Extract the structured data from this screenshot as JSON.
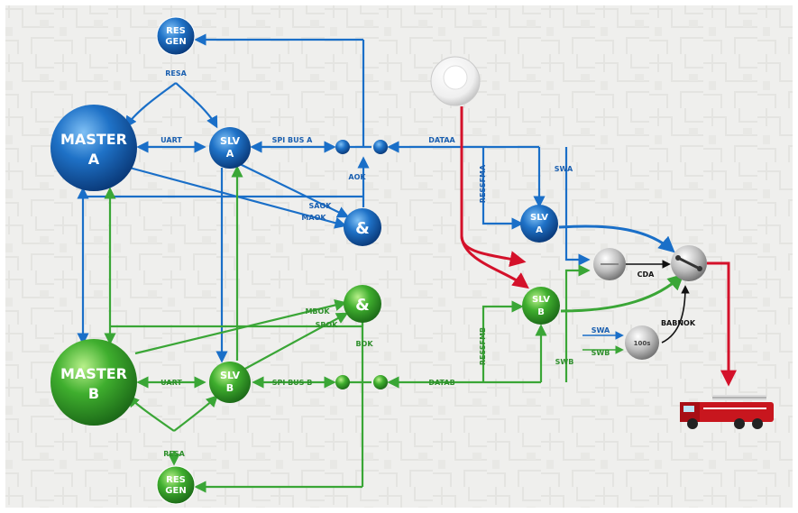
{
  "colors": {
    "blue": "#1a6fc8",
    "green": "#3aa636",
    "red": "#d4112a",
    "black": "#111111",
    "background": "#e6e6e2",
    "labelBlue": "#1a5fb0",
    "labelGreen": "#2f8f2c"
  },
  "nodes": {
    "resgen_a": {
      "line1": "RES",
      "line2": "GEN"
    },
    "master_a": {
      "line1": "MASTER",
      "line2": "A"
    },
    "slv_a": {
      "line1": "SLV",
      "line2": "A"
    },
    "and_a": {
      "text": "&"
    },
    "slv_a_out": {
      "line1": "SLV",
      "line2": "A"
    },
    "master_b": {
      "line1": "MASTER",
      "line2": "B"
    },
    "slv_b": {
      "line1": "SLV",
      "line2": "B"
    },
    "and_b": {
      "text": "&"
    },
    "slv_b_out": {
      "line1": "SLV",
      "line2": "B"
    },
    "resgen_b": {
      "line1": "RES",
      "line2": "GEN"
    },
    "timer": {
      "text": "100s"
    }
  },
  "labels": {
    "resa_top": "RESA",
    "uart_a": "UART",
    "spi_bus_a": "SPI BUS A",
    "dataa": "DATAA",
    "aok": "AOK",
    "saok": "SAOK",
    "maok": "MAOK",
    "ressfma": "RESSFMA",
    "swa": "SWA",
    "cda": "CDA",
    "babnok": "BABNOK",
    "swa_in": "SWA",
    "swb_in": "SWB",
    "swb": "SWB",
    "ressfmb": "RESSFMB",
    "mbok": "MBOK",
    "sbok": "SBOK",
    "bok": "BOK",
    "uart_b": "UART",
    "spi_bus_b": "SPI BUS B",
    "datab": "DATAB",
    "resa_bottom": "RESA"
  },
  "icons": {
    "sensor": "white-push-button-icon",
    "relay_a": "relay-switch-icon",
    "relay_b": "relay-switch-icon",
    "output_switch": "output-switch-icon",
    "fire_truck": "fire-truck-icon"
  }
}
